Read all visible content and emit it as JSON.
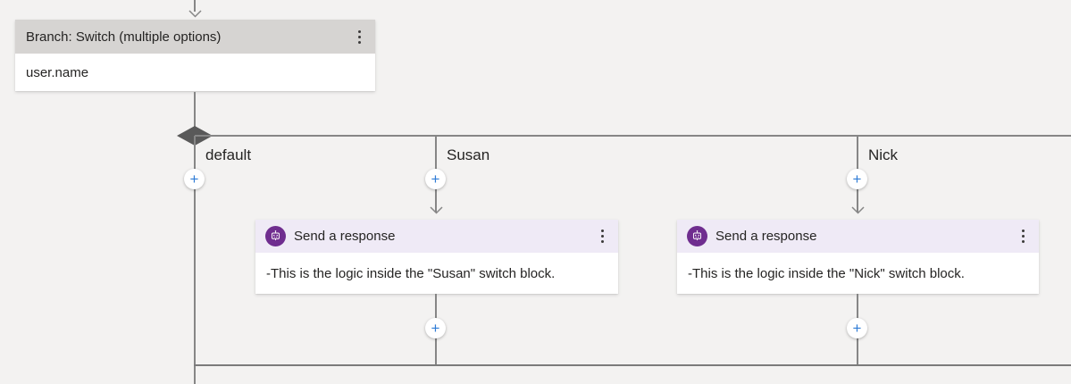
{
  "switch_node": {
    "title": "Branch: Switch (multiple options)",
    "body": "user.name"
  },
  "branches": [
    {
      "label": "default"
    },
    {
      "label": "Susan",
      "node": {
        "title": "Send a response",
        "body": "-This is the logic inside the \"Susan\" switch block."
      }
    },
    {
      "label": "Nick",
      "node": {
        "title": "Send a response",
        "body": "-This is the logic inside the \"Nick\" switch block."
      }
    }
  ],
  "controls": {
    "add_button_glyph": "+"
  },
  "icons": {
    "more_options": "kebab-vertical-icon",
    "add_node": "plus-icon",
    "response_node": "bot-message-icon",
    "branch_split": "diamond-connector",
    "flow_direction": "arrow-down"
  },
  "colors": {
    "canvas_bg": "#f3f2f1",
    "switch_header_bg": "#d6d4d2",
    "response_header_bg": "#efeaf6",
    "response_icon_bg": "#6f2d8f",
    "add_button_blue": "#2f7cd6",
    "connector_gray": "#868686",
    "merge_gray": "#7b7b7b",
    "text_color": "#252423"
  }
}
